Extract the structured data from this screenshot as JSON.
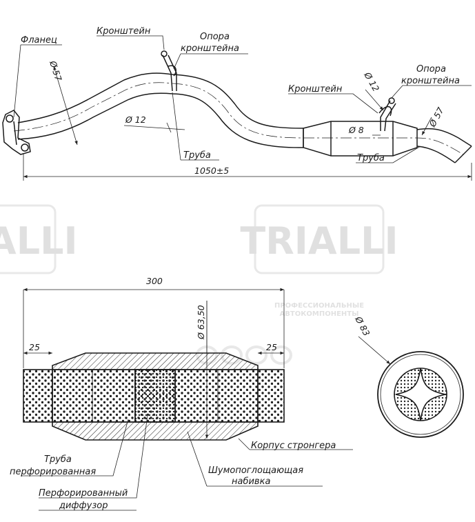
{
  "watermark": {
    "brand": "TRIALLI",
    "tagline_1": "ПРОФЕССИОНАЛЬНЫЕ",
    "tagline_2": "АВТОКОМПОНЕНТЫ"
  },
  "top_view": {
    "labels": {
      "flange": "Фланец",
      "bracket_left": "Кронштейн",
      "bracket_support_left_1": "Опора",
      "bracket_support_left_2": "кронштейна",
      "pipe_left": "Труба",
      "bracket_right": "Кронштейн",
      "bracket_support_right_1": "Опора",
      "bracket_support_right_2": "кронштейна",
      "pipe_right": "Труба"
    },
    "dimensions": {
      "diam_pipe_left": "Ø 57",
      "diam_bracket_left": "Ø 12",
      "diam_bracket_right": "Ø 12",
      "diam_bracket_rod": "Ø 8",
      "diam_pipe_right": "Ø 57",
      "overall_length": "1050±5"
    }
  },
  "section_view": {
    "dimensions": {
      "length": "300",
      "left_end": "25",
      "right_end": "25",
      "diam_body": "Ø 63,50",
      "diam_outer": "Ø 83"
    },
    "labels": {
      "housing": "Корпус стронгера",
      "pipe_1": "Труба",
      "pipe_2": "перфорированная",
      "packing_1": "Шумопоглощающая",
      "packing_2": "набивка",
      "diffuser_1": "Перфорированный",
      "diffuser_2": "диффузор"
    }
  }
}
